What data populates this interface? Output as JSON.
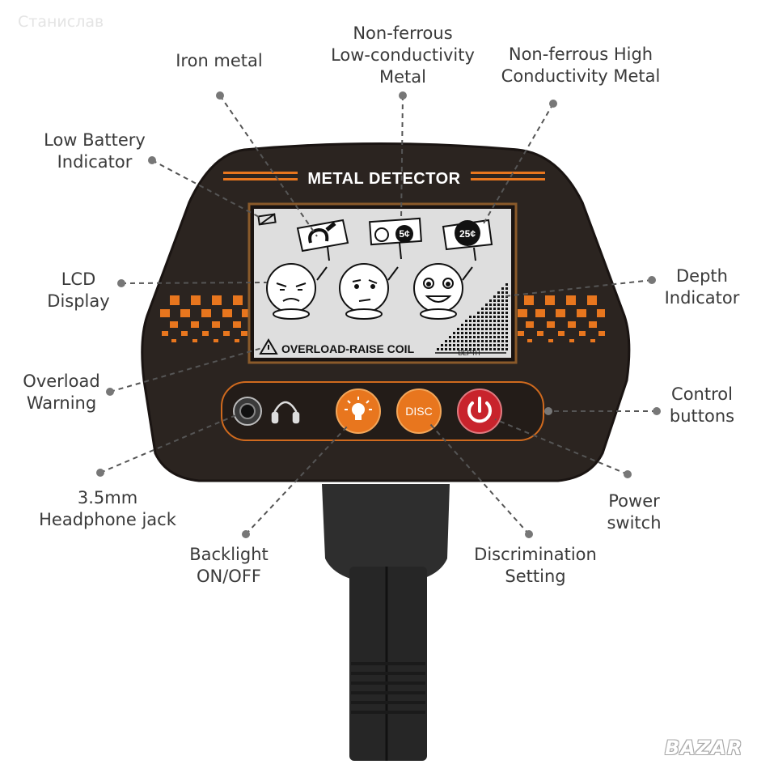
{
  "watermark": "Станислав",
  "brand": "BAZAR",
  "device": {
    "title": "METAL DETECTOR",
    "lcd_warning": "OVERLOAD-RAISE COIL",
    "depth_label": "DEPTH",
    "coin_low": "5¢",
    "coin_high": "25¢",
    "disc_button": "DISC",
    "colors": {
      "body": "#2b2420",
      "accent": "#e8761e",
      "lcd": "#dcdcdc",
      "power": "#c8232c"
    }
  },
  "labels": {
    "iron_metal": "Iron metal",
    "non_ferrous_low": "Non-ferrous\nLow-conductivity\nMetal",
    "non_ferrous_high": "Non-ferrous High\nConductivity Metal",
    "low_battery": "Low Battery\nIndicator",
    "lcd_display": "LCD\nDisplay",
    "depth_indicator": "Depth\nIndicator",
    "overload_warning": "Overload\nWarning",
    "control_buttons": "Control\nbuttons",
    "headphone_jack": "3.5mm\nHeadphone jack",
    "power_switch": "Power\nswitch",
    "backlight": "Backlight\nON/OFF",
    "discrimination": "Discrimination\nSetting"
  },
  "icons": [
    "battery-icon",
    "horseshoe-icon",
    "ring-icon",
    "coin-icon",
    "face-sad-icon",
    "face-neutral-icon",
    "face-happy-icon",
    "warning-icon",
    "headphone-jack-icon",
    "headphone-icon",
    "bulb-icon",
    "power-icon"
  ]
}
